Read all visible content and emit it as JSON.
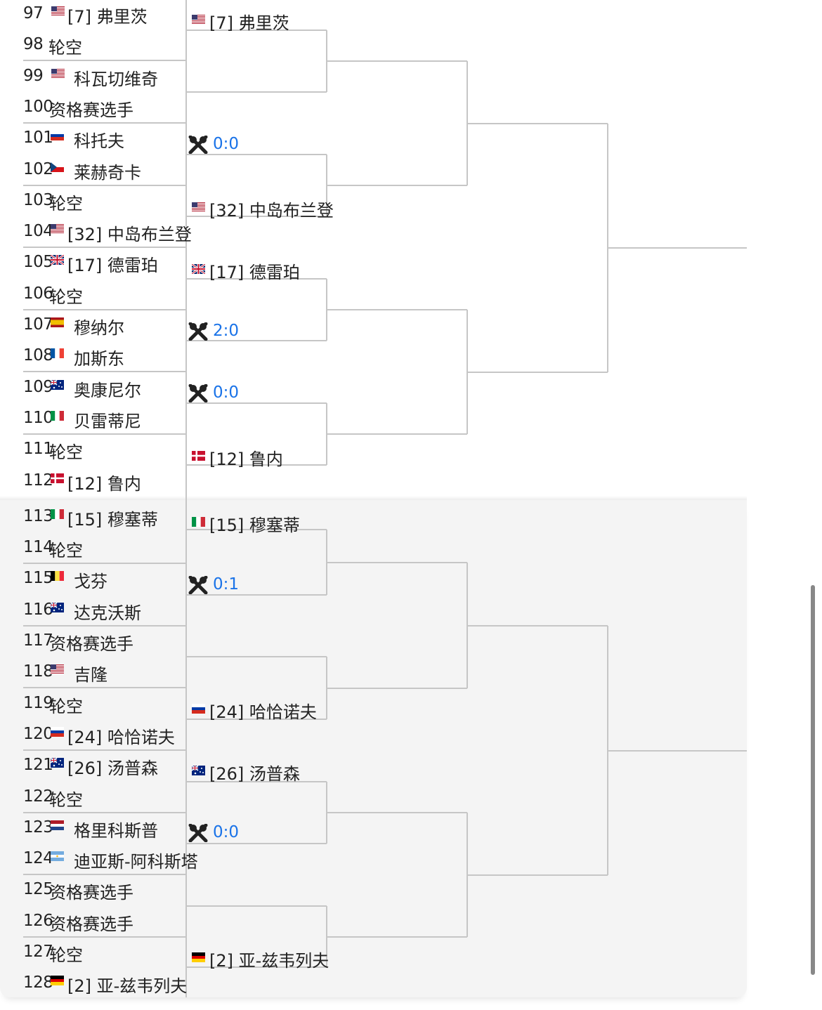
{
  "round1": [
    {
      "num": "97",
      "flag": "us",
      "name": "[7] 弗里茨"
    },
    {
      "num": "98",
      "flag": "",
      "name": "轮空"
    },
    {
      "num": "99",
      "flag": "us",
      "name": "科瓦切维奇"
    },
    {
      "num": "100",
      "flag": "",
      "name": "资格赛选手"
    },
    {
      "num": "101",
      "flag": "ru",
      "name": "科托夫"
    },
    {
      "num": "102",
      "flag": "cz",
      "name": "莱赫奇卡"
    },
    {
      "num": "103",
      "flag": "",
      "name": "轮空"
    },
    {
      "num": "104",
      "flag": "us",
      "name": "[32] 中岛布兰登"
    },
    {
      "num": "105",
      "flag": "gb",
      "name": "[17] 德雷珀"
    },
    {
      "num": "106",
      "flag": "",
      "name": "轮空"
    },
    {
      "num": "107",
      "flag": "es",
      "name": "穆纳尔"
    },
    {
      "num": "108",
      "flag": "fr",
      "name": "加斯东"
    },
    {
      "num": "109",
      "flag": "au",
      "name": "奥康尼尔"
    },
    {
      "num": "110",
      "flag": "it",
      "name": "贝雷蒂尼"
    },
    {
      "num": "111",
      "flag": "",
      "name": "轮空"
    },
    {
      "num": "112",
      "flag": "dk",
      "name": "[12] 鲁内"
    },
    {
      "num": "113",
      "flag": "it",
      "name": "[15] 穆塞蒂"
    },
    {
      "num": "114",
      "flag": "",
      "name": "轮空"
    },
    {
      "num": "115",
      "flag": "be",
      "name": "戈芬"
    },
    {
      "num": "116",
      "flag": "au",
      "name": "达克沃斯"
    },
    {
      "num": "117",
      "flag": "",
      "name": "资格赛选手"
    },
    {
      "num": "118",
      "flag": "us",
      "name": "吉隆"
    },
    {
      "num": "119",
      "flag": "",
      "name": "轮空"
    },
    {
      "num": "120",
      "flag": "ru",
      "name": "[24] 哈恰诺夫"
    },
    {
      "num": "121",
      "flag": "au",
      "name": "[26] 汤普森"
    },
    {
      "num": "122",
      "flag": "",
      "name": "轮空"
    },
    {
      "num": "123",
      "flag": "nl",
      "name": "格里科斯普"
    },
    {
      "num": "124",
      "flag": "ar",
      "name": "迪亚斯-阿科斯塔"
    },
    {
      "num": "125",
      "flag": "",
      "name": "资格赛选手"
    },
    {
      "num": "126",
      "flag": "",
      "name": "资格赛选手"
    },
    {
      "num": "127",
      "flag": "",
      "name": "轮空"
    },
    {
      "num": "128",
      "flag": "de",
      "name": "[2] 亚-兹韦列夫"
    }
  ],
  "round2": [
    {
      "type": "player",
      "flag": "us",
      "name": "[7] 弗里茨"
    },
    {
      "type": "score",
      "icon": "crossed-rackets-icon",
      "score": "0:0"
    },
    {
      "type": "player",
      "flag": "us",
      "name": "[32] 中岛布兰登"
    },
    {
      "type": "player",
      "flag": "gb",
      "name": "[17] 德雷珀"
    },
    {
      "type": "score",
      "icon": "crossed-rackets-icon",
      "score": "2:0"
    },
    {
      "type": "score",
      "icon": "crossed-rackets-icon",
      "score": "0:0"
    },
    {
      "type": "player",
      "flag": "dk",
      "name": "[12] 鲁内"
    },
    {
      "type": "player",
      "flag": "it",
      "name": "[15] 穆塞蒂"
    },
    {
      "type": "score",
      "icon": "crossed-rackets-icon",
      "score": "0:1"
    },
    {
      "type": "player",
      "flag": "ru",
      "name": "[24] 哈恰诺夫"
    },
    {
      "type": "player",
      "flag": "au",
      "name": "[26] 汤普森"
    },
    {
      "type": "score",
      "icon": "crossed-rackets-icon",
      "score": "0:0"
    },
    {
      "type": "player",
      "flag": "de",
      "name": "[2] 亚-兹韦列夫"
    }
  ],
  "colors": {
    "score": "#1a73e8",
    "bracket_line": "#c6c6c6",
    "lower_bg": "#f4f4f4"
  }
}
